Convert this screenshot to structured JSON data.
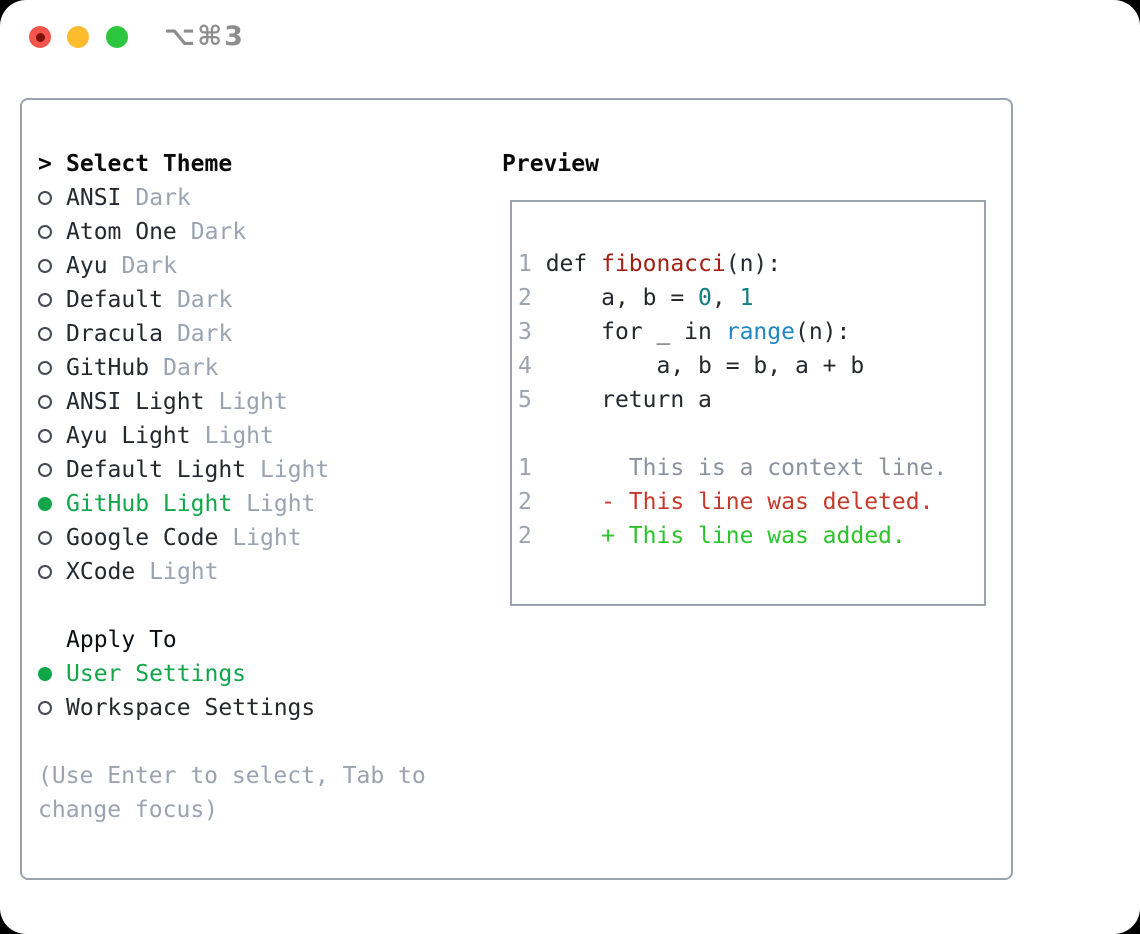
{
  "colors": {
    "tl_red": "#f5554d",
    "tl_red_dot": "#7c120b",
    "tl_yellow": "#fdbc2e",
    "tl_green": "#2cc73e",
    "shortcut_gray": "#8d8d8d",
    "border_gray": "#9ca3af",
    "heading_black": "#0a0a0a",
    "text_dark": "#24292e",
    "muted_gray": "#9aa3af",
    "context_gray": "#8b929c",
    "radio_outline": "#444b54",
    "accent_green": "#12a64a",
    "added_green": "#2cc32c",
    "deleted_red": "#c63a2b",
    "func_red": "#a32015",
    "num_teal": "#0f7d84",
    "builtin_blue": "#1e87c4"
  },
  "titlebar": {
    "shortcut": "⌥⌘3"
  },
  "sidebar": {
    "prompt": ">",
    "title": "Select Theme",
    "themes": [
      {
        "name": "ANSI",
        "variant": "Dark",
        "selected": false
      },
      {
        "name": "Atom One",
        "variant": "Dark",
        "selected": false
      },
      {
        "name": "Ayu",
        "variant": "Dark",
        "selected": false
      },
      {
        "name": "Default",
        "variant": "Dark",
        "selected": false
      },
      {
        "name": "Dracula",
        "variant": "Dark",
        "selected": false
      },
      {
        "name": "GitHub",
        "variant": "Dark",
        "selected": false
      },
      {
        "name": "ANSI Light",
        "variant": "Light",
        "selected": false
      },
      {
        "name": "Ayu Light",
        "variant": "Light",
        "selected": false
      },
      {
        "name": "Default Light",
        "variant": "Light",
        "selected": false
      },
      {
        "name": "GitHub Light",
        "variant": "Light",
        "selected": true
      },
      {
        "name": "Google Code",
        "variant": "Light",
        "selected": false
      },
      {
        "name": "XCode",
        "variant": "Light",
        "selected": false
      }
    ],
    "apply_to": {
      "title": "Apply To",
      "options": [
        {
          "name": "User Settings",
          "selected": true
        },
        {
          "name": "Workspace Settings",
          "selected": false
        }
      ]
    },
    "hint_line1": "(Use Enter to select, Tab to",
    "hint_line2": "change focus)"
  },
  "preview": {
    "title": "Preview",
    "lines": [
      [
        {
          "t": "1 ",
          "c": "num"
        },
        {
          "t": "def ",
          "c": "code"
        },
        {
          "t": "fibonacci",
          "c": "fn"
        },
        {
          "t": "(n):",
          "c": "code"
        }
      ],
      [
        {
          "t": "2 ",
          "c": "num"
        },
        {
          "t": "    a, b = ",
          "c": "code"
        },
        {
          "t": "0",
          "c": "teal"
        },
        {
          "t": ", ",
          "c": "code"
        },
        {
          "t": "1",
          "c": "teal"
        }
      ],
      [
        {
          "t": "3 ",
          "c": "num"
        },
        {
          "t": "    for _ in ",
          "c": "code"
        },
        {
          "t": "range",
          "c": "blue"
        },
        {
          "t": "(n):",
          "c": "code"
        }
      ],
      [
        {
          "t": "4 ",
          "c": "num"
        },
        {
          "t": "        a, b = b, a + b",
          "c": "code"
        }
      ],
      [
        {
          "t": "5 ",
          "c": "num"
        },
        {
          "t": "    return a",
          "c": "code"
        }
      ],
      [],
      [
        {
          "t": "1 ",
          "c": "num"
        },
        {
          "t": "      This is a context line.",
          "c": "ctx"
        }
      ],
      [
        {
          "t": "2 ",
          "c": "num"
        },
        {
          "t": "    - This line was deleted.",
          "c": "del"
        }
      ],
      [
        {
          "t": "2 ",
          "c": "num"
        },
        {
          "t": "    + This line was added.",
          "c": "add"
        }
      ]
    ]
  }
}
